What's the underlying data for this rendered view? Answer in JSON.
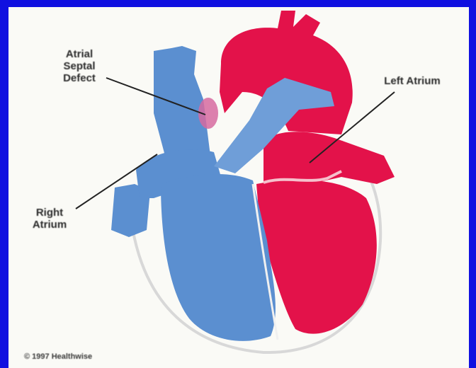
{
  "labels": {
    "atrial_septal_defect": [
      "Atrial",
      "Septal",
      "Defect"
    ],
    "left_atrium": "Left Atrium",
    "right_atrium": [
      "Right",
      "Atrium"
    ]
  },
  "copyright": "© 1997 Healthwise",
  "colors": {
    "frame": "#1010e0",
    "panel": "#fafaf6",
    "oxygenated_blood": "#e3124a",
    "deoxygenated_blood": "#5b8fd0",
    "label_text": "#2a2a2a"
  }
}
